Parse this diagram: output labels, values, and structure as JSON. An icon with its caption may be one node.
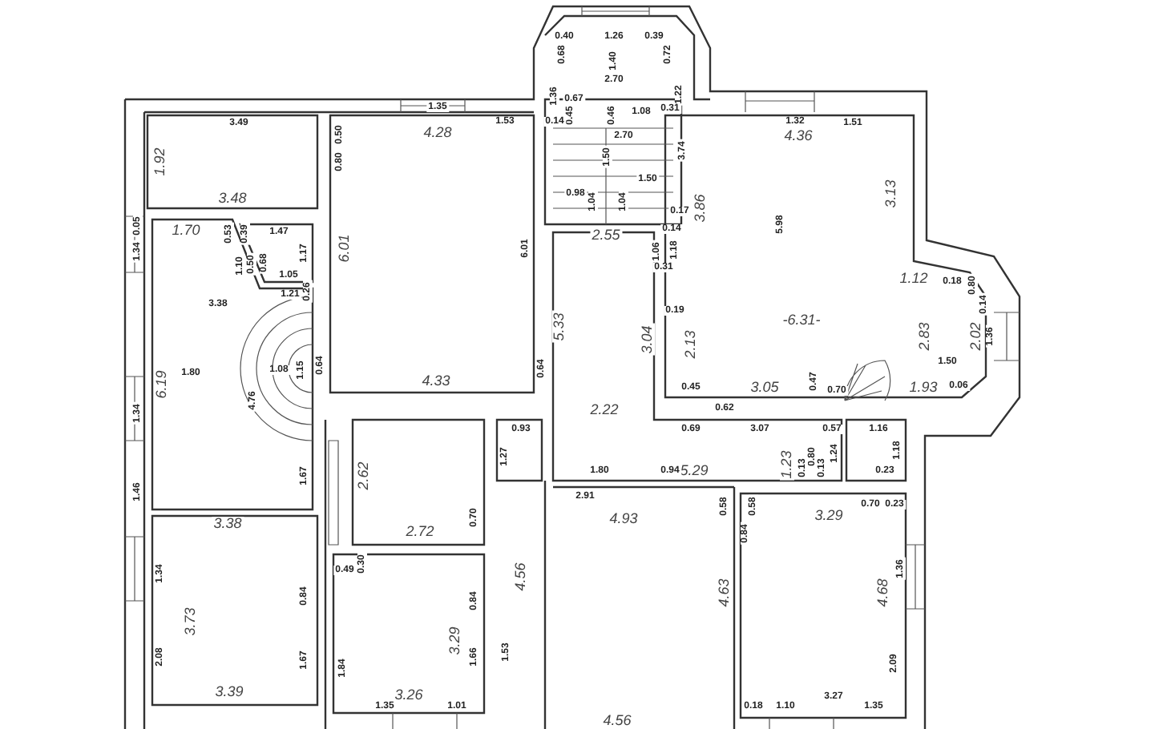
{
  "diagram": {
    "labels": [
      "0.40",
      "1.26",
      "0.39",
      "0.68",
      "0.72",
      "1.40",
      "2.70",
      "1.36",
      "1.22",
      "0.67",
      "0.45",
      "0.46",
      "1.08",
      "0.31",
      "1.35",
      "1.53",
      "1.32",
      "1.51",
      "3.49",
      "4.28",
      "4.36",
      "0.14",
      "2.70",
      "0.50",
      "3.74",
      "1.50",
      "1.92",
      "0.80",
      "1.50",
      "3.13",
      "0.98",
      "1.04",
      "1.04",
      "3.48",
      "3.86",
      "0.17",
      "5.98",
      "0.05",
      "1.70",
      "0.53",
      "0.39",
      "1.47",
      "0.14",
      "2.55",
      "6.01",
      "6.01",
      "1.06",
      "1.18",
      "1.34",
      "1.17",
      "1.10",
      "0.50",
      "0.68",
      "1.05",
      "0.31",
      "1.12",
      "0.18",
      "0.80",
      "0.14",
      "1.21",
      "0.26",
      "3.38",
      "0.19",
      "-6.31-",
      "5.33",
      "3.04",
      "2.13",
      "2.83",
      "2.02",
      "1.36",
      "1.50",
      "0.64",
      "0.64",
      "1.80",
      "1.08",
      "1.15",
      "6.19",
      "0.47",
      "1.93",
      "0.45",
      "3.05",
      "0.70",
      "0.06",
      "4.76",
      "4.33",
      "2.22",
      "0.62",
      "1.34",
      "0.69",
      "0.93",
      "3.07",
      "0.57",
      "1.16",
      "1.18",
      "1.24",
      "1.27",
      "0.80",
      "1.23",
      "2.62",
      "0.23",
      "5.29",
      "1.80",
      "1.67",
      "0.13",
      "0.13",
      "1.46",
      "0.94",
      "2.91",
      "0.70",
      "0.23",
      "0.58",
      "0.58",
      "3.38",
      "3.29",
      "0.70",
      "4.93",
      "0.84",
      "2.72",
      "0.30",
      "1.36",
      "0.49",
      "1.34",
      "4.56",
      "4.63",
      "4.68",
      "0.84",
      "0.84",
      "3.73",
      "3.29",
      "1.53",
      "1.66",
      "2.08",
      "1.67",
      "2.09",
      "1.84",
      "3.27",
      "3.26",
      "3.39",
      "0.18",
      "1.10",
      "1.35",
      "1.35",
      "1.01",
      "4.56"
    ]
  }
}
